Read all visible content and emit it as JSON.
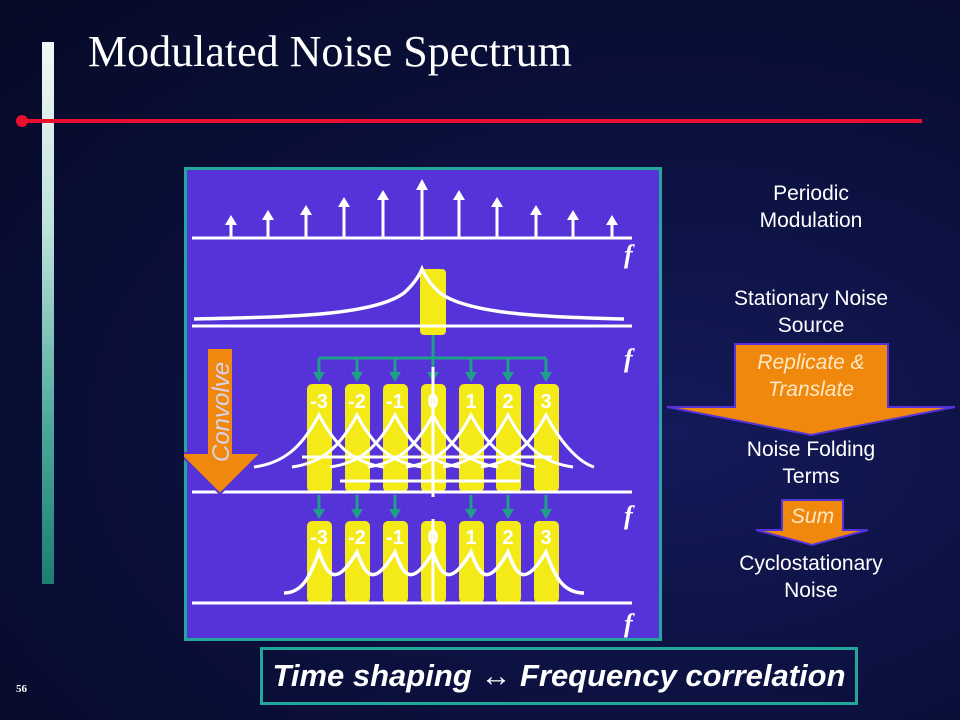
{
  "slide": {
    "title": "Modulated Noise Spectrum",
    "number": "56",
    "banner": "Time shaping ↔ Frequency correlation"
  },
  "diagram": {
    "axis_label": "f",
    "convolve_label": "Convolve",
    "harmonic_labels": [
      "-3",
      "-2",
      "-1",
      "0",
      "1",
      "2",
      "3"
    ],
    "right_labels": {
      "periodic_modulation": "Periodic\nModulation",
      "stationary_noise_source": "Stationary Noise\nSource",
      "replicate_translate": "Replicate &\nTranslate",
      "noise_folding_terms": "Noise Folding\nTerms",
      "sum": "Sum",
      "cyclostationary_noise": "Cyclostationary\nNoise"
    },
    "colors": {
      "panel_bg": "#5533d8",
      "panel_border": "#22a89a",
      "yellow": "#f4ea18",
      "arrow_orange": "#f0880e",
      "connector_green": "#1f9e8a",
      "accent_red": "#e8102e"
    }
  }
}
